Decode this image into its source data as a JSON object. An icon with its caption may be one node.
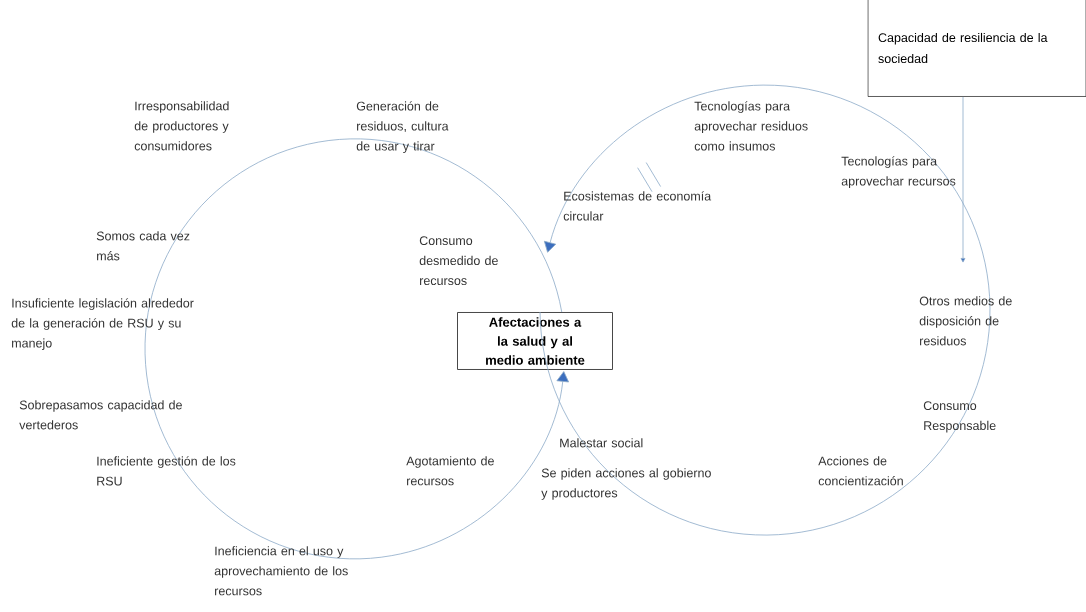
{
  "diagram": {
    "nodes": [
      {
        "text": [
          "Afectaciones a la salud y al medio ambiente"
        ]
      },
      {
        "text": [
          "Capacidad de resiliencia de la sociedad"
        ]
      }
    ],
    "edges": [
      {
        "from": 0,
        "to": 0,
        "arrow": "to"
      },
      {
        "from": 0,
        "to": 0,
        "arrow": "to"
      },
      {
        "from": 1,
        "to": null,
        "arrow": "to"
      }
    ],
    "labels": [
      "Irresponsabilidad de productores y consumidores",
      "Generación de residuos, cultura de usar y tirar",
      "Tecnologías para aprovechar residuos como insumos",
      "Tecnologías para aprovechar recursos",
      "Ecosistemas de economía circular",
      "Somos cada vez más",
      "Consumo desmedido de recursos",
      "Insuficiente legislación alrededor de la generación de RSU y su manejo",
      "Otros medios de disposición de residuos",
      "Sobrepasamos capacidad de vertederos",
      "Consumo Responsable",
      "Malestar social",
      "Ineficiente gestión de los RSU",
      "Agotamiento de recursos",
      "Se piden acciones al gobierno y productores",
      "Acciones de concientización",
      "Ineficiencia en el uso y aprovechamiento de los recursos"
    ]
  }
}
